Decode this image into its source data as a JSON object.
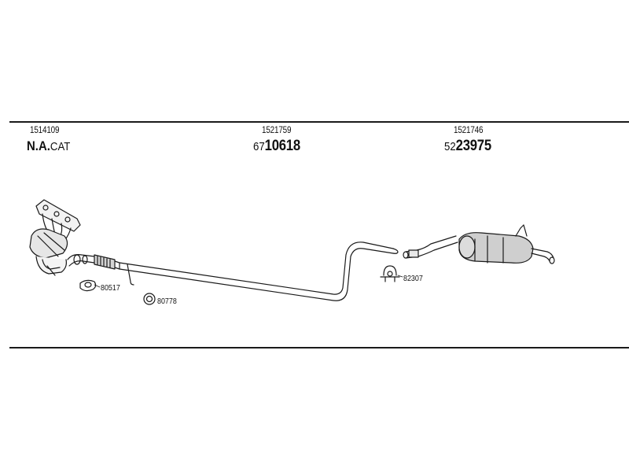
{
  "sections": [
    {
      "part_number": "1514109",
      "code_bold": "N.A.",
      "code_normal": "CAT"
    },
    {
      "part_number": "1521759",
      "code_prefix": "67",
      "code_main": "10618"
    },
    {
      "part_number": "1521746",
      "code_prefix": "52",
      "code_main": "23975"
    }
  ],
  "accessories": [
    {
      "number": "80517",
      "icon": "gasket-icon"
    },
    {
      "number": "80778",
      "icon": "ring-seal-icon"
    },
    {
      "number": "82307",
      "icon": "clamp-icon"
    }
  ],
  "colors": {
    "line": "#1a1a1a",
    "pipe_fill": "#dedede",
    "muffler_fill": "#c8c8c8"
  }
}
